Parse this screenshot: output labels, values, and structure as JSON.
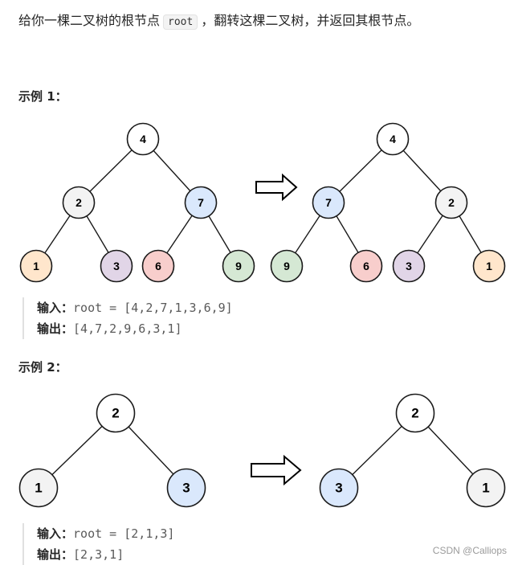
{
  "description": {
    "prefix": "给你一棵二叉树的根节点",
    "code": "root",
    "suffix": "，翻转这棵二叉树，并返回其根节点。"
  },
  "examples": [
    {
      "title": "示例 1：",
      "before": {
        "nodes": [
          {
            "id": "4",
            "label": "4",
            "color": "#ffffff"
          },
          {
            "id": "2",
            "label": "2",
            "color": "#f3f3f3"
          },
          {
            "id": "7",
            "label": "7",
            "color": "#dae8fc"
          },
          {
            "id": "1",
            "label": "1",
            "color": "#ffe6cc"
          },
          {
            "id": "3",
            "label": "3",
            "color": "#e1d5e7"
          },
          {
            "id": "6",
            "label": "6",
            "color": "#f8cecc"
          },
          {
            "id": "9",
            "label": "9",
            "color": "#d5e8d4"
          }
        ]
      },
      "after": {
        "nodes": [
          {
            "id": "4",
            "label": "4",
            "color": "#ffffff"
          },
          {
            "id": "7",
            "label": "7",
            "color": "#dae8fc"
          },
          {
            "id": "2",
            "label": "2",
            "color": "#f3f3f3"
          },
          {
            "id": "9",
            "label": "9",
            "color": "#d5e8d4"
          },
          {
            "id": "6",
            "label": "6",
            "color": "#f8cecc"
          },
          {
            "id": "3",
            "label": "3",
            "color": "#e1d5e7"
          },
          {
            "id": "1",
            "label": "1",
            "color": "#ffe6cc"
          }
        ]
      },
      "input_label": "输入：",
      "input_value": "root = [4,2,7,1,3,6,9]",
      "output_label": "输出：",
      "output_value": "[4,7,2,9,6,3,1]"
    },
    {
      "title": "示例 2：",
      "before": {
        "nodes": [
          {
            "id": "2",
            "label": "2",
            "color": "#ffffff"
          },
          {
            "id": "1",
            "label": "1",
            "color": "#f3f3f3"
          },
          {
            "id": "3",
            "label": "3",
            "color": "#dae8fc"
          }
        ]
      },
      "after": {
        "nodes": [
          {
            "id": "2",
            "label": "2",
            "color": "#ffffff"
          },
          {
            "id": "3",
            "label": "3",
            "color": "#dae8fc"
          },
          {
            "id": "1",
            "label": "1",
            "color": "#f3f3f3"
          }
        ]
      },
      "input_label": "输入：",
      "input_value": "root = [2,1,3]",
      "output_label": "输出：",
      "output_value": "[2,3,1]"
    }
  ],
  "watermark": "CSDN @Calliops"
}
